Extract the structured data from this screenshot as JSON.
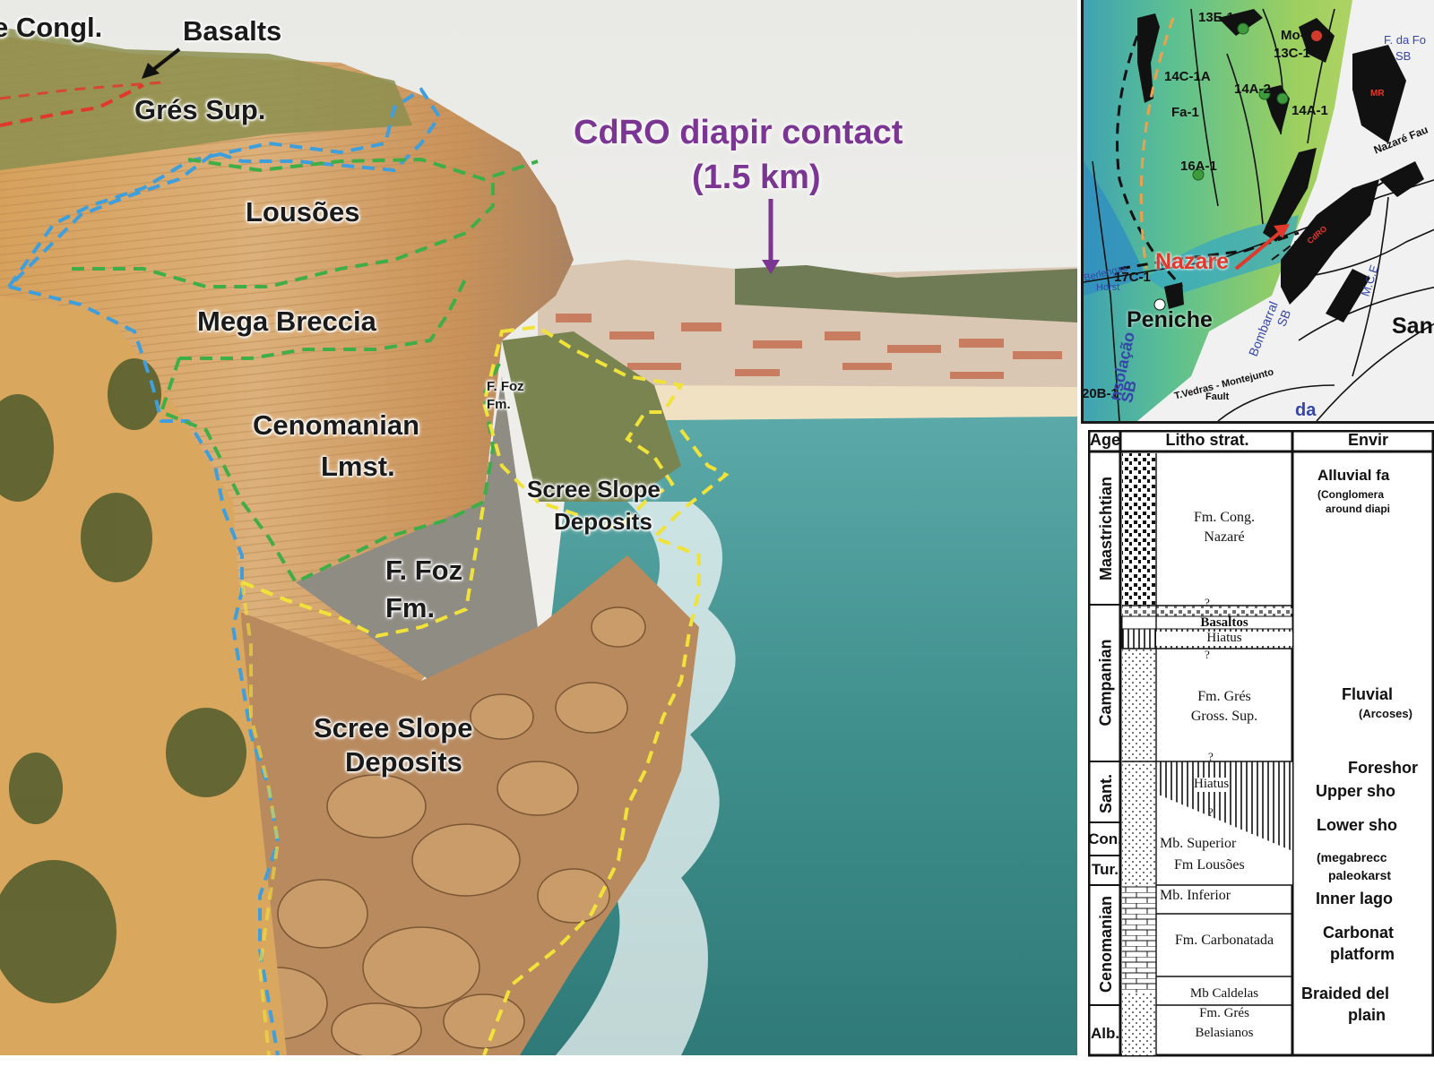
{
  "photo": {
    "labels": {
      "congl": "e Congl.",
      "basalts": "Basalts",
      "gres_sup": "Grés Sup.",
      "lousoes": "Lousões",
      "mega_breccia": "Mega Breccia",
      "cenomanian_1": "Cenomanian",
      "cenomanian_2": "Lmst.",
      "ffoz_small_1": "F. Foz",
      "ffoz_small_2": "Fm.",
      "ffoz_1": "F. Foz",
      "ffoz_2": "Fm.",
      "scree_upper_1": "Scree Slope",
      "scree_upper_2": "Deposits",
      "scree_lower_1": "Scree Slope",
      "scree_lower_2": "Deposits",
      "diapir_1": "CdRO diapir contact",
      "diapir_2": "(1.5 km)"
    },
    "colors": {
      "purple": "#7b3593",
      "blue_dash": "#3f9fdc",
      "green_dash": "#3fae49",
      "yellow_dash": "#f1e23a",
      "red_dash": "#e0392b"
    }
  },
  "map": {
    "wells": [
      "13E-1",
      "Mo-",
      "13C-1",
      "14C-1A",
      "14A-2",
      "Fa-1",
      "14A-1",
      "16A-1",
      "17C-1",
      "20B-1"
    ],
    "labels": {
      "ffoz_sb_1": "F. da Fo",
      "ffoz_sb_2": "SB",
      "mr": "MR",
      "nazare_fault": "Nazaré Fau",
      "cdro": "CdRO",
      "nazare": "Nazare",
      "peniche": "Peniche",
      "berlengas_1": "Berlengas",
      "berlengas_2": "Horst",
      "bombarral_1": "Bombarral",
      "bombarral_2": "SB",
      "mce": "M.C.E.",
      "san": "San",
      "consolacao_1": "nsolação",
      "consolacao_2": "SB",
      "tvedras_1": "T.Vedras - Montejunto",
      "tvedras_2": "Fault",
      "partial_bottom": "da"
    }
  },
  "strat": {
    "headers": {
      "age": "Age",
      "litho": "Litho strat.",
      "env": "Envir"
    },
    "ages": [
      "Maastrichtian",
      "Campanian",
      "Sant.",
      "Con.",
      "Tur.",
      "Cenomanian",
      "Alb."
    ],
    "units": {
      "cong_1": "Fm. Cong.",
      "cong_2": "Nazaré",
      "q1": "?",
      "basaltos": "Basaltos",
      "hiatus_1": "Hiatus",
      "q2": "?",
      "gres_1": "Fm. Grés",
      "gres_2": "Gross. Sup.",
      "q3": "?",
      "hiatus_2": "Hiatus",
      "q4": "?",
      "mb_sup": "Mb. Superior",
      "fm_lousoes": "Fm Lousões",
      "mb_inf": "Mb. Inferior",
      "carbonatada": "Fm. Carbonatada",
      "caldelas": "Mb Caldelas",
      "belas_1": "Fm. Grés",
      "belas_2": "Belasianos"
    },
    "env": {
      "alluvial": "Alluvial fa",
      "alluvial_sub_1": "(Conglomera",
      "alluvial_sub_2": "around diapi",
      "fluvial": "Fluvial",
      "fluvial_sub": "(Arcoses)",
      "foreshore": "Foreshor",
      "upper_sho": "Upper sho",
      "lower_sho": "Lower sho",
      "megabrecc": "(megabrecc",
      "paleokarst": "paleokarst",
      "inner_lago": "Inner lago",
      "carbonat": "Carbonat",
      "platform": "platform",
      "braided": "Braided del",
      "plain": "plain"
    }
  }
}
